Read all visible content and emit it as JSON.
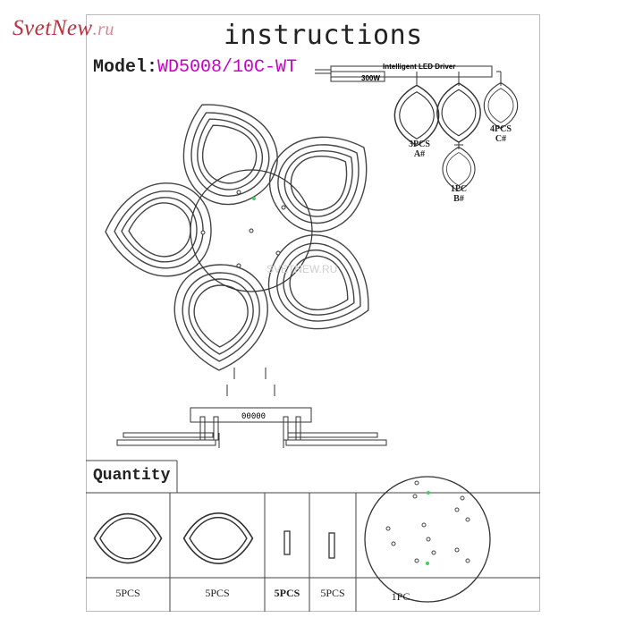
{
  "logo": {
    "main": "SvetNew",
    "suffix": ".ru"
  },
  "header": {
    "title": "instructions",
    "model_label": "Model:",
    "model_value": "WD5008/10C-WT"
  },
  "driver": {
    "name": "Intelligent LED Driver",
    "power": "300W"
  },
  "modules": [
    {
      "label": "3PCS",
      "code": "A#"
    },
    {
      "label": "1PC",
      "code": "B#"
    },
    {
      "label": "4PCS",
      "code": "C#"
    }
  ],
  "base_connector_label": "00000",
  "watermark": "SVETNEW.RU",
  "quantity": {
    "title": "Quantity",
    "counts": [
      "5PCS",
      "5PCS",
      "5PCS",
      "5PCS",
      "1PC"
    ]
  },
  "colors": {
    "logo_red": "#b8323f",
    "model_magenta": "#c800c8",
    "dot_green": "#3fcf5a"
  }
}
